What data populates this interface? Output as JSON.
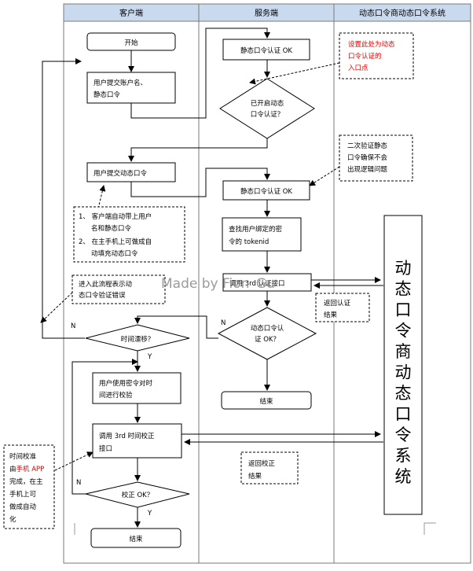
{
  "lanes": {
    "client": "客户端",
    "server": "服务端",
    "system": "动态口令商动态口令系统"
  },
  "nodes": {
    "start": "开始",
    "submit_user_1": "用户提交账户名、",
    "submit_user_2": "静态口令",
    "static_ok_1": "静态口令认证 OK",
    "dyn_enabled_1": "已开启动态",
    "dyn_enabled_2": "口令认证？",
    "submit_dyn": "用户提交动态口令",
    "static_ok_2": "静态口令认证 OK",
    "find_token_1": "查找用户绑定的密",
    "find_token_2": "令的 tokenid",
    "call_api": "调用 3rd 认证接口",
    "dyn_ok_1": "动态口令认",
    "dyn_ok_2": "证 OK？",
    "end_server": "结束",
    "time_drift": "时间漂移？",
    "calibrate_1": "用户使用密令对时",
    "calibrate_2": "间进行校验",
    "call_time_1": "调用 3rd 时间校正",
    "call_time_2": "接口",
    "calib_ok": "校正 OK？",
    "end_client": "结束",
    "system_box": "动态口令商动态口令系统"
  },
  "notes": {
    "entry_1": "设置此处为动态",
    "entry_2": "口令认证的",
    "entry_3": "入口点",
    "second_1": "二次验证静态",
    "second_2": "口令确保不会",
    "second_3": "出现逻辑问题",
    "auto_1": "1、 客户端自动带上用户",
    "auto_2": "名和静态口令",
    "auto_3": "2、 在主手机上可做成自",
    "auto_4": "动填充动态口令",
    "flow_1": "进入此流程表示动",
    "flow_2": "态口令验证错误",
    "return_auth_1": "返回认证",
    "return_auth_2": "结果",
    "return_calib_1": "返回校正",
    "return_calib_2": "结果",
    "time_app_1": "时间校准",
    "time_app_2a": "由",
    "time_app_2b": "手机 APP",
    "time_app_3": "完成，在主",
    "time_app_4": "手机上可",
    "time_app_5": "做成自动",
    "time_app_6": "化"
  },
  "labels": {
    "n1": "N",
    "y1": "Y",
    "n2": "N",
    "y2": "Y",
    "n3": "N"
  },
  "watermark": "Made by Fion_Gu",
  "colors": {
    "header_bg": "#c9d9ee",
    "red_note": "#e00000"
  }
}
